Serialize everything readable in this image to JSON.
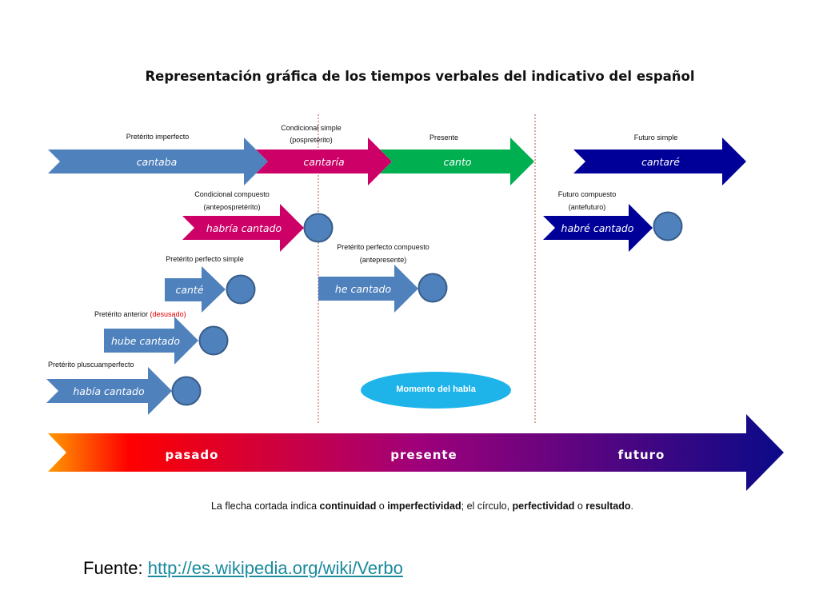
{
  "title": "Representación gráfica de los tiempos verbales del indicativo del español",
  "colors": {
    "blue": "#4f81bd",
    "magenta": "#cc0066",
    "green": "#00b050",
    "navy": "#000099",
    "ellipse": "#1eb4ea",
    "divider": "#c0504d",
    "band_start": "#ff9900",
    "band_red": "#ff0000",
    "band_mid": "#a0007a",
    "band_end": "#0a0a88"
  },
  "tenses": {
    "imperfecto": {
      "label": "Pretérito imperfecto",
      "form": "cantaba"
    },
    "condicional_simple": {
      "label_1": "Condicional simple",
      "label_2": "(pospretérito)",
      "form": "cantaría"
    },
    "presente": {
      "label": "Presente",
      "form": "canto"
    },
    "futuro_simple": {
      "label": "Futuro simple",
      "form": "cantaré"
    },
    "condicional_compuesto": {
      "label_1": "Condicional compuesto",
      "label_2": "(antepospretérito)",
      "form": "habría cantado"
    },
    "futuro_compuesto": {
      "label_1": "Futuro compuesto",
      "label_2": "(antefuturo)",
      "form": "habré cantado"
    },
    "perfecto_simple": {
      "label": "Pretérito perfecto simple",
      "form": "canté"
    },
    "perfecto_compuesto": {
      "label_1": "Pretérito perfecto compuesto",
      "label_2": "(antepresente)",
      "form": "he cantado"
    },
    "anterior": {
      "label": "Pretérito anterior",
      "note": "(desusado)",
      "form": "hube cantado"
    },
    "pluscuamperfecto": {
      "label": "Pretérito pluscuamperfecto",
      "form": "había cantado"
    }
  },
  "moment": "Momento del habla",
  "timeline": {
    "past": "pasado",
    "present": "presente",
    "future": "futuro"
  },
  "caption": {
    "p1": "La flecha cortada indica ",
    "b1": "continuidad",
    "p2": " o ",
    "b2": "imperfectividad",
    "p3": "; el círculo, ",
    "b3": "perfectividad",
    "p4": " o ",
    "b4": "resultado",
    "p5": "."
  },
  "source": {
    "prefix": "Fuente: ",
    "link": "http://es.wikipedia.org/wiki/Verbo"
  }
}
